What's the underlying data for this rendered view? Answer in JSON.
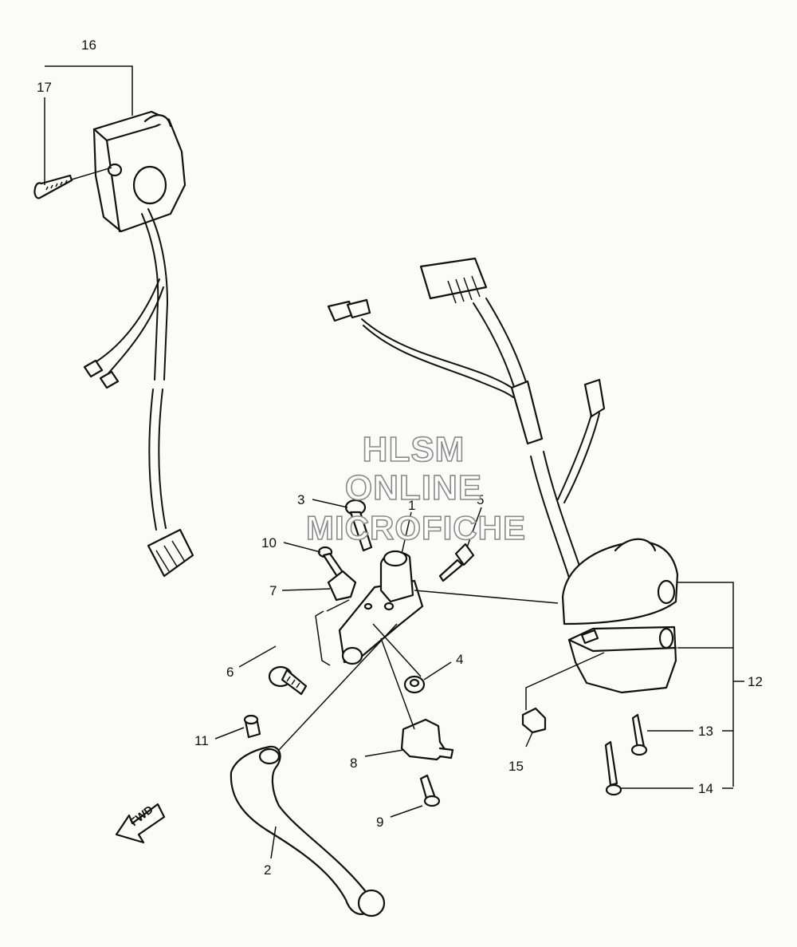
{
  "watermark": {
    "line1": "HLSM",
    "line2": "ONLINE",
    "line3": "MICROFICHE"
  },
  "direction_marker": {
    "label": "FWD"
  },
  "callouts": [
    "1",
    "2",
    "3",
    "4",
    "5",
    "6",
    "7",
    "8",
    "9",
    "10",
    "11",
    "12",
    "13",
    "14",
    "15",
    "16",
    "17"
  ],
  "colors": {
    "ink": "#111111",
    "paper": "#fbfbf9",
    "watermark_outline": "#8a8a8a"
  }
}
